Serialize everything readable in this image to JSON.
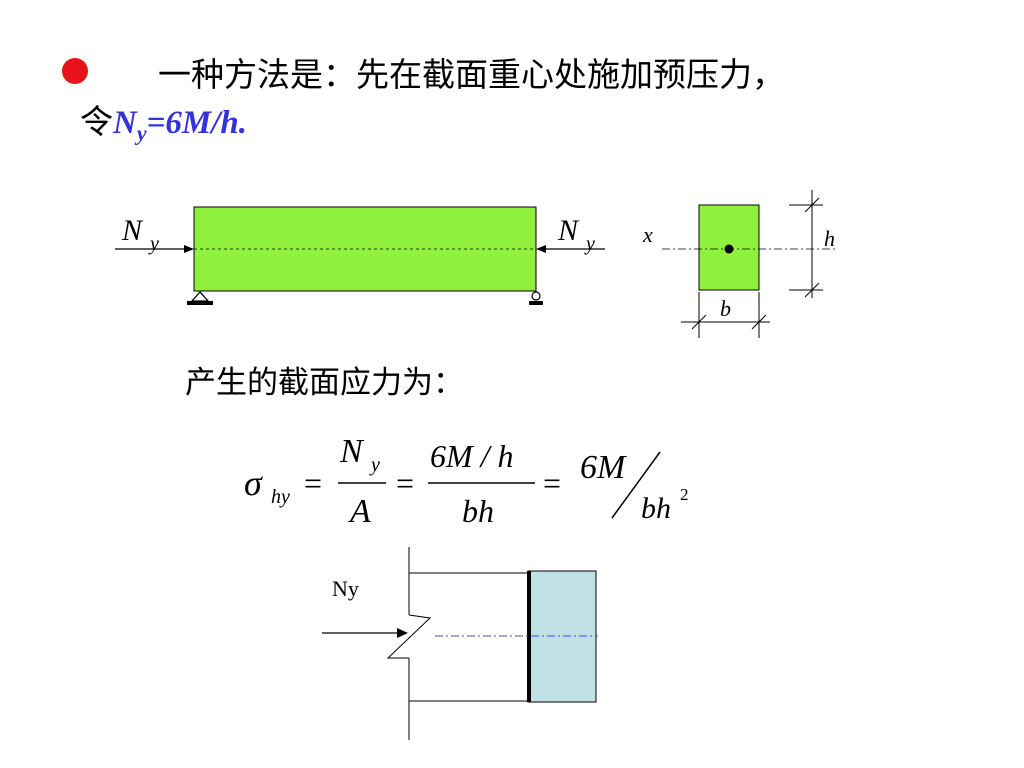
{
  "slide": {
    "bullet_color": "#e8141a",
    "line1": "一种方法是：先在截面重心处施加预压力，",
    "line2": {
      "prefix": "令",
      "N": "N",
      "sub": "y",
      "rest": "=6M/h.",
      "formula_color": "#3333dd"
    },
    "subtitle": "产生的截面应力为："
  },
  "beam_diagram": {
    "left_force": {
      "N": "N",
      "sub": "y"
    },
    "right_force": {
      "N": "N",
      "sub": "y"
    },
    "fill_color": "#8ff13c"
  },
  "section_diagram": {
    "axis_label": "x",
    "height_label": "h",
    "width_label": "b"
  },
  "equation": {
    "sigma": "σ",
    "sigma_sub": "hy",
    "eq": "=",
    "frac1_num_N": "N",
    "frac1_num_sub": "y",
    "frac1_den": "A",
    "frac2_num": "6M / h",
    "frac2_den": "bh",
    "frac3_num": "6M",
    "frac3_den": "bh",
    "frac3_den_sup": "2"
  },
  "bottom_diagram": {
    "force_label": "Ny",
    "plate_color": "#bfe0e4",
    "centerline_color": "#3355cc"
  }
}
